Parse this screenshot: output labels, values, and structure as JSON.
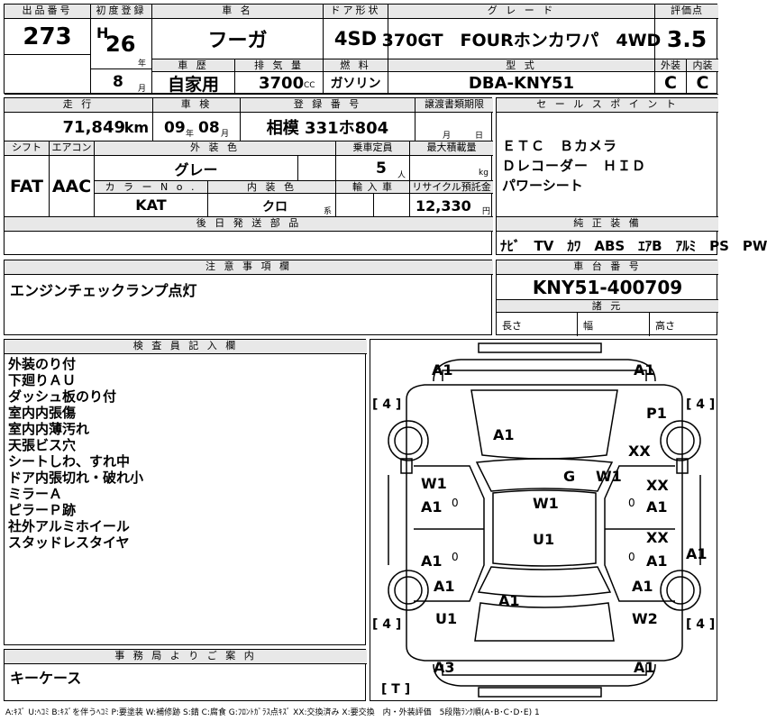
{
  "top": {
    "lot_label": "出品番号",
    "lot_no": "273",
    "first_reg_label": "初度登録",
    "era": "H",
    "year": "26",
    "year_unit": "年",
    "month": "8",
    "month_unit": "月",
    "car_name_label": "車 名",
    "car_name": "フーガ",
    "door_label": "ドア形状",
    "door": "4SD",
    "grade_label": "グ レ ー ド",
    "grade": "370GT　FOURホンカワパ　4WD",
    "score_label": "評価点",
    "score": "3.5",
    "history_label": "車 歴",
    "history": "自家用",
    "displacement_label": "排 気 量",
    "displacement": "3700",
    "displacement_unit": "CC",
    "fuel_label": "燃 料",
    "fuel": "ガソリン",
    "model_label": "型 式",
    "model": "DBA-KNY51",
    "ext_label": "外装",
    "ext": "C",
    "int_label": "内装",
    "int": "C"
  },
  "mid": {
    "mileage_label": "走 行",
    "mileage": "71,849",
    "mileage_unit": "km",
    "inspection_label": "車 検",
    "insp_year": "09",
    "insp_year_unit": "年",
    "insp_month": "08",
    "insp_month_unit": "月",
    "reg_label": "登 録 番 号",
    "reg_no": "相模 331ホ804",
    "transfer_label": "譲渡書類期限",
    "transfer_month_unit": "月",
    "transfer_day_unit": "日",
    "shift_label": "シフト",
    "shift": "FAT",
    "ac_label": "エアコン",
    "ac": "AAC",
    "color_label": "外 装 色",
    "color": "グレー",
    "capacity_label": "乗車定員",
    "capacity": "5",
    "capacity_unit": "人",
    "load_label": "最大積載量",
    "load_unit": "kg",
    "color_no_label": "カ ラ ー N o .",
    "color_no": "KAT",
    "int_color_label": "内 装 色",
    "int_color": "クロ",
    "int_color_unit": "系",
    "import_label": "輸 入 車",
    "recycle_label": "リサイクル預託金",
    "recycle": "12,330",
    "recycle_unit": "円",
    "later_label": "後 日 発 送 部 品"
  },
  "sales": {
    "label": "セ ー ル ス ポ イ ン ト",
    "lines": [
      "ＥＴＣ　Ｂカメラ",
      "Ｄレコーダー　ＨＩＤ",
      "パワーシート"
    ],
    "equip_label": "純 正 装 備",
    "equipment": "ﾅﾋﾞ　TV　ｶﾜ　ABS　ｴｱB　ｱﾙﾐ　PS　PW"
  },
  "notes": {
    "label": "注 意 事 項 欄",
    "text": "エンジンチェックランプ点灯"
  },
  "chassis": {
    "label": "車 台 番 号",
    "value": "KNY51-400709",
    "dims_label": "諸 元",
    "length_label": "長さ",
    "width_label": "幅",
    "height_label": "高さ"
  },
  "inspector": {
    "label": "検 査 員 記 入 欄",
    "lines": [
      "外装のり付",
      "下廻りＡＵ",
      "ダッシュ板のり付",
      "室内内張傷",
      "室内内薄汚れ",
      "天張ビス穴",
      "シートしわ、すれ中",
      "ドア内張切れ・破れ小",
      "ミラーＡ",
      "ピラーＰ跡",
      "社外アルミホイール",
      "スタッドレスタイヤ"
    ]
  },
  "office": {
    "label": "事 務 局 よ り ご 案 内",
    "text": "キーケース"
  },
  "diagram": {
    "tread_fl": "[ 4 ]",
    "tread_fr": "[ 4 ]",
    "tread_rl": "[ 4 ]",
    "tread_rr": "[ 4 ]",
    "trunk_tag": "[ T ]",
    "marks": {
      "front_l": "A1",
      "front_r": "A1",
      "p1": "P1",
      "xx_fender": "XX",
      "hood": "A1",
      "g": "G",
      "w1_r": "W1",
      "w1_l": "W1",
      "a1_ld1": "A1",
      "zero_l1": "0",
      "xx_rd": "XX",
      "zero_r1": "0",
      "a1_rd1": "A1",
      "roof": "W1",
      "trunk_u": "U1",
      "a1_l2": "A1",
      "zero_l2": "0",
      "xx_r2": "XX",
      "zero_r2": "0",
      "a1_r2": "A1",
      "a1_far": "A1",
      "a1_rear_l": "A1",
      "a1_rear_r": "A1",
      "rear_a1": "A1",
      "u1": "U1",
      "w2": "W2",
      "a3": "A3",
      "a1_bottom": "A1"
    }
  },
  "legend": "A:ｷｽﾞ U:ﾍｺﾐ B:ｷｽﾞを伴うﾍｺﾐ P:要塗装 W:補修跡 S:錆 C:腐食 G:ﾌﾛﾝﾄｶﾞﾗｽ点ｷｽﾞ XX:交換済み X:要交換　内・外装評価　5段階ﾗﾝｸ順(A･B･C･D･E) 1"
}
